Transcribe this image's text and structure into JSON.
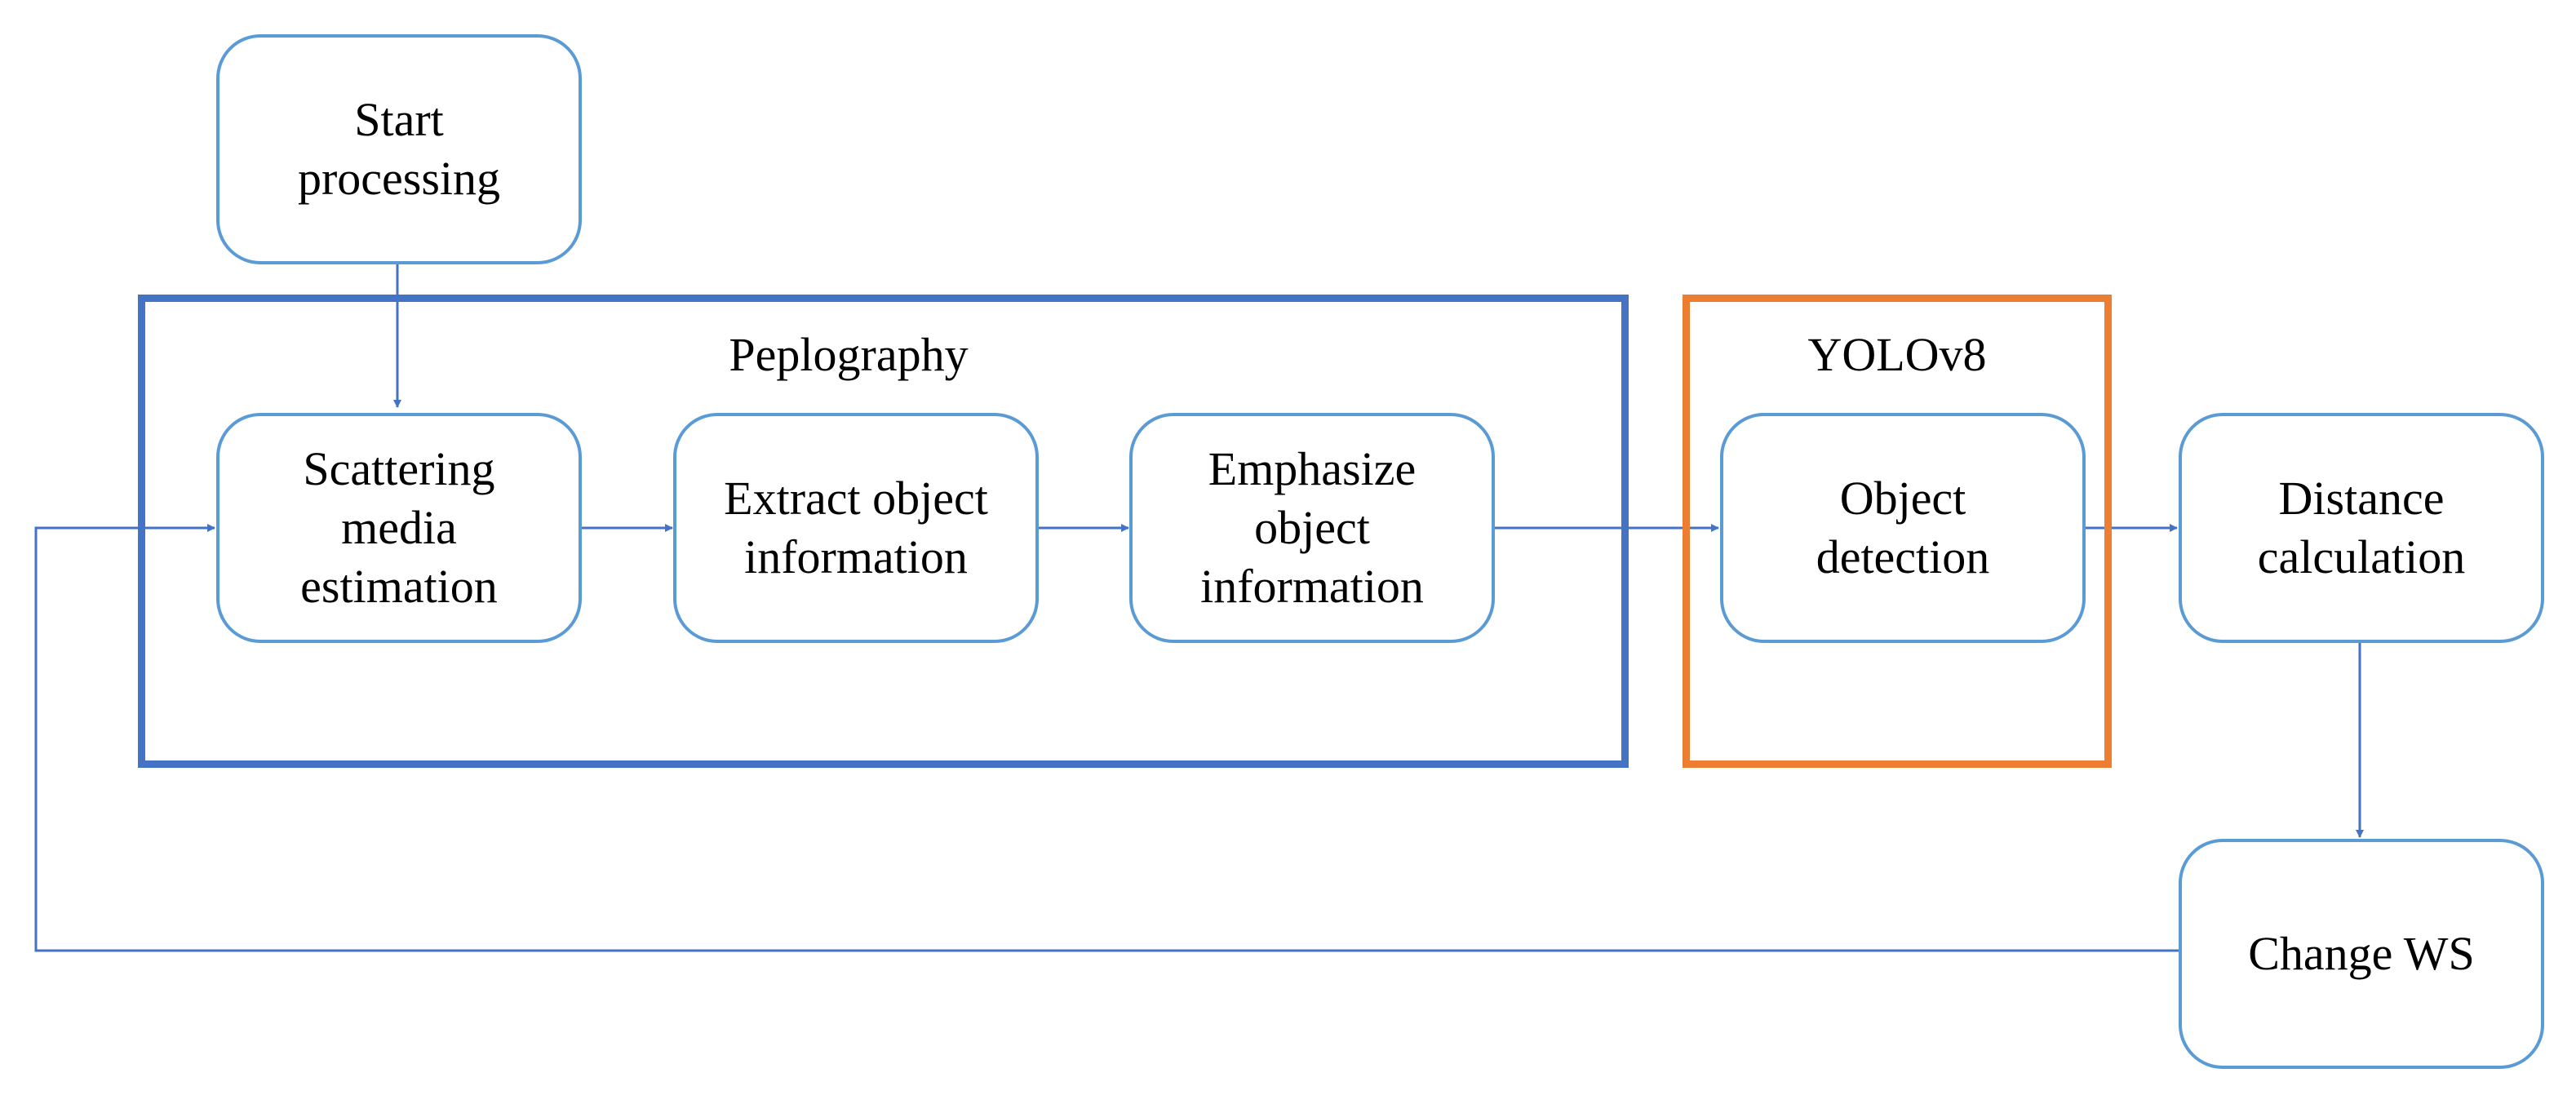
{
  "diagram": {
    "groups": {
      "peplography": {
        "label": "Peplography",
        "color": "#4472C4"
      },
      "yolo": {
        "label": "YOLOv8",
        "color": "#ED7D31"
      }
    },
    "nodes": {
      "start": "Start\nprocessing",
      "scattering": "Scattering\nmedia\nestimation",
      "extract": "Extract object\ninformation",
      "emphasize": "Emphasize\nobject\ninformation",
      "detection": "Object\ndetection",
      "distance": "Distance\ncalculation",
      "change_ws": "Change WS"
    },
    "edges": [
      [
        "start",
        "scattering"
      ],
      [
        "scattering",
        "extract"
      ],
      [
        "extract",
        "emphasize"
      ],
      [
        "emphasize",
        "detection"
      ],
      [
        "detection",
        "distance"
      ],
      [
        "distance",
        "change_ws"
      ],
      [
        "change_ws",
        "scattering"
      ]
    ],
    "colors": {
      "node_border": "#5B9BD5",
      "arrow": "#4472C4"
    }
  }
}
